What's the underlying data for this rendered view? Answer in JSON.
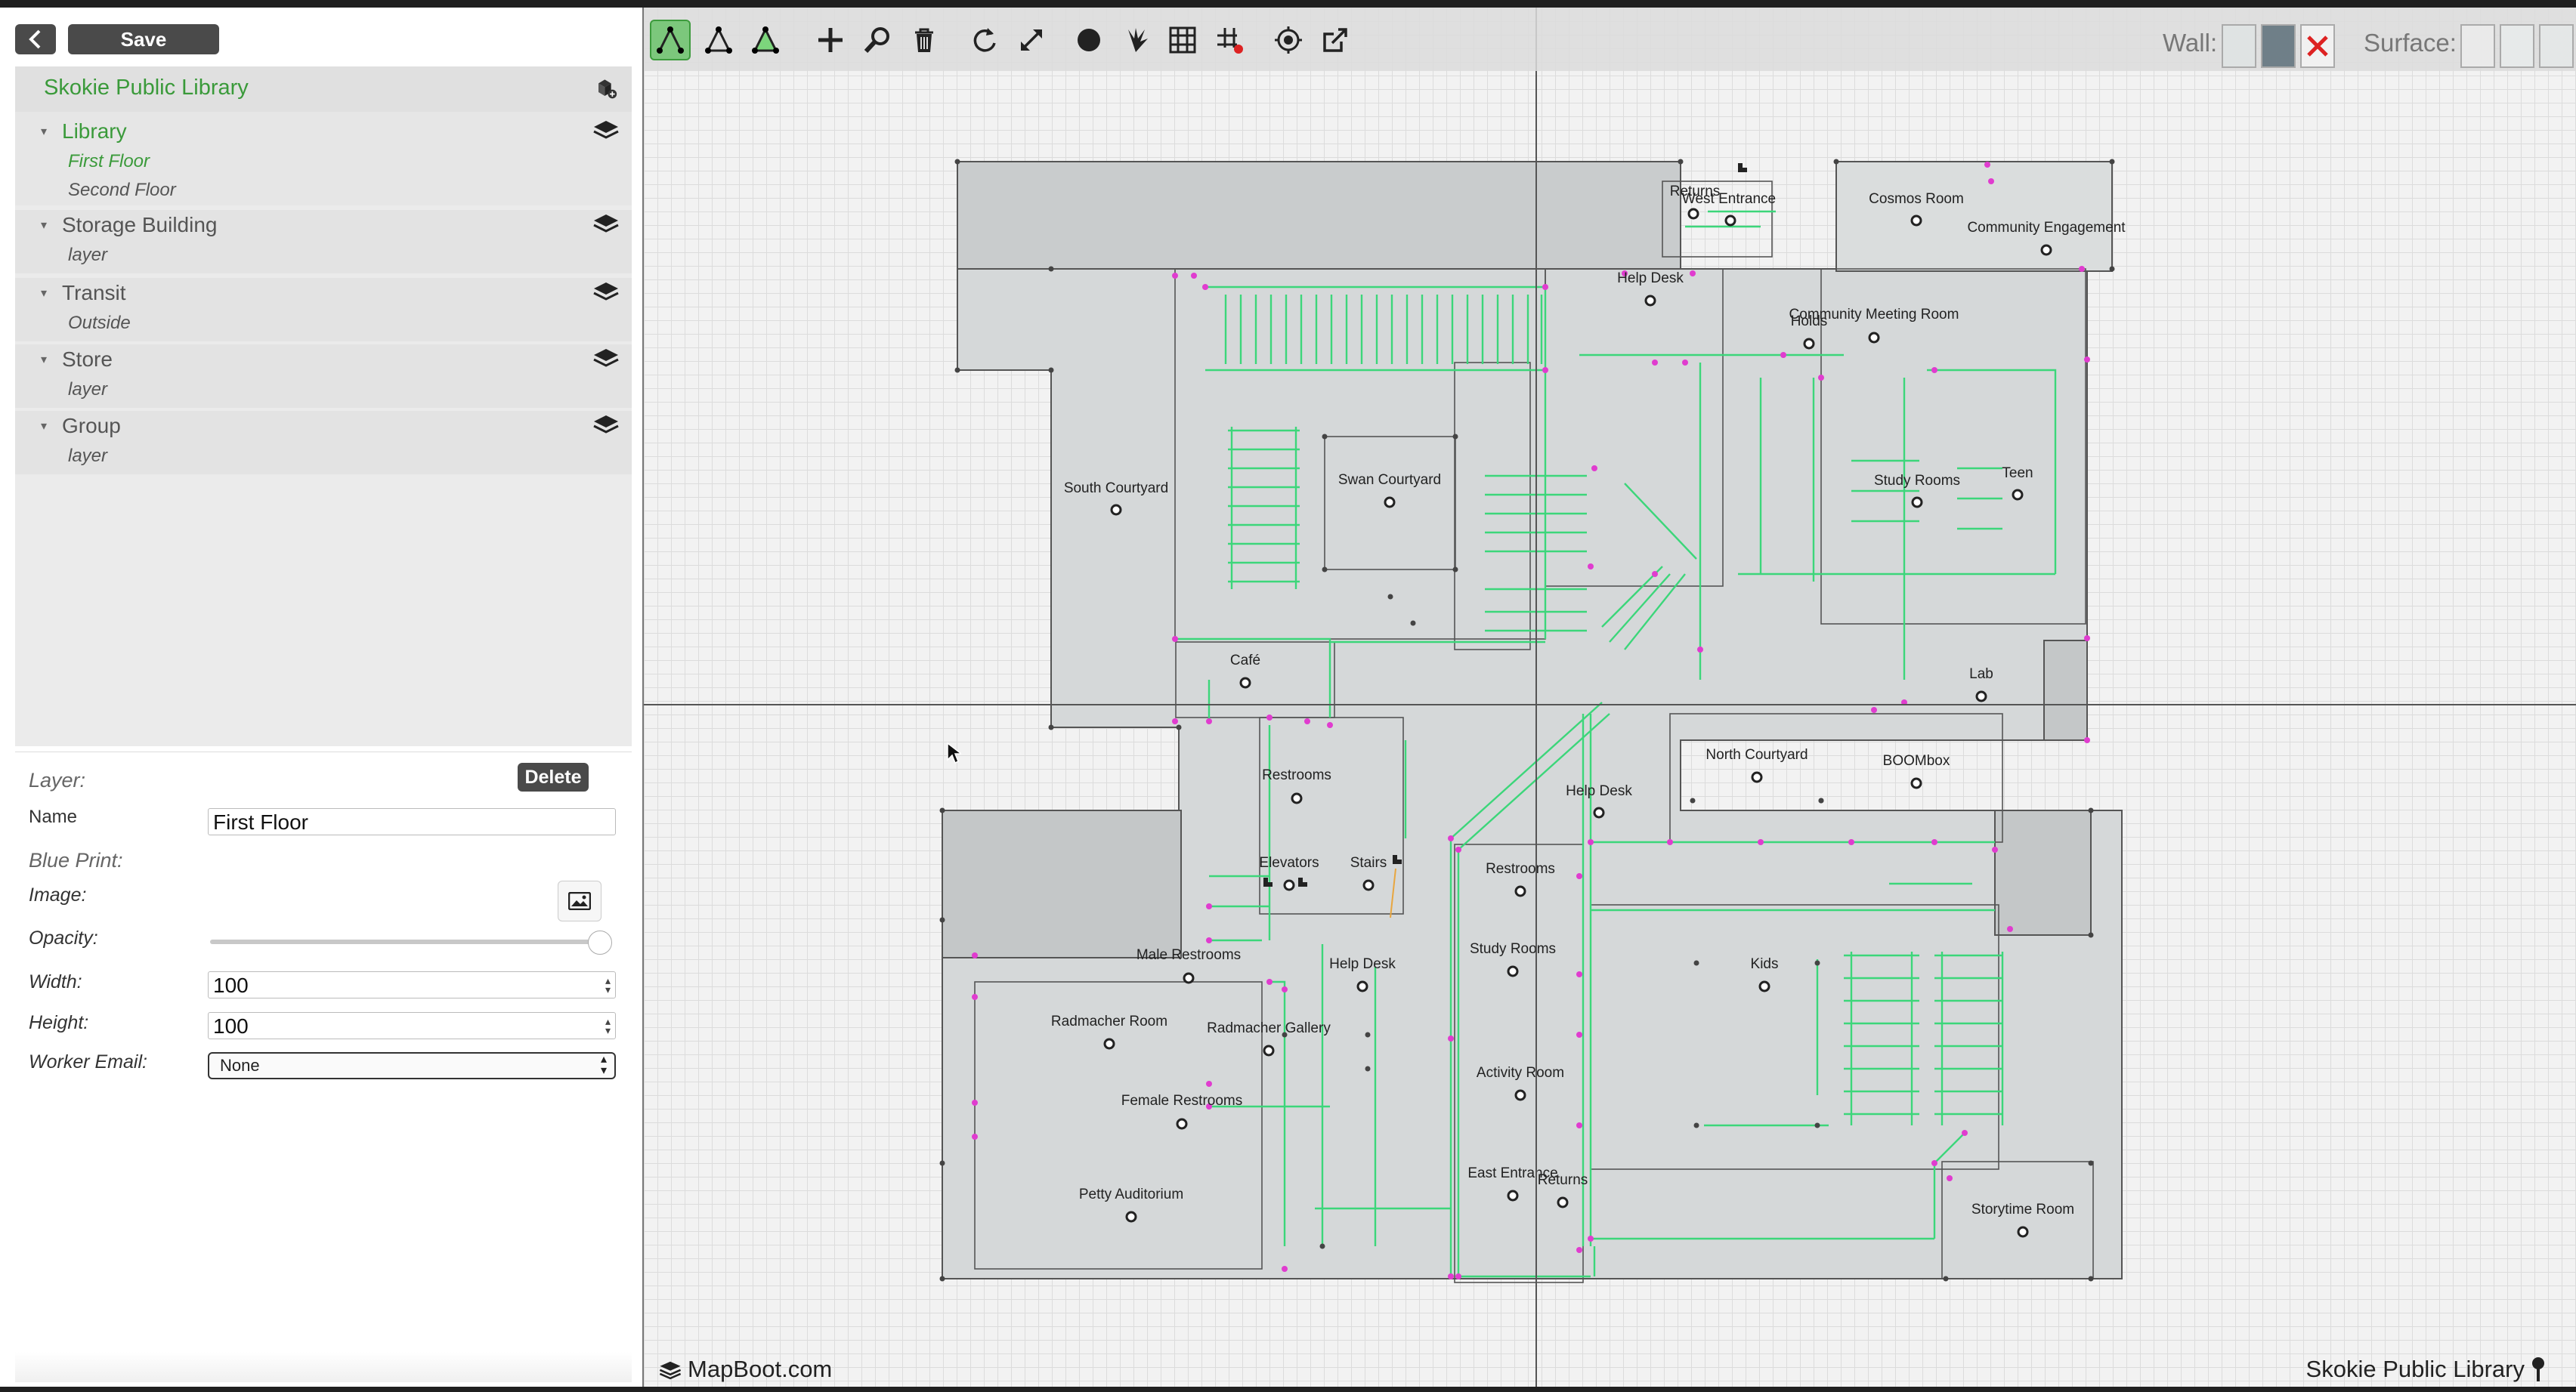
{
  "header": {
    "save_label": "Save"
  },
  "tree": {
    "project": "Skokie Public Library",
    "buildings": [
      {
        "name": "Library",
        "layers": [
          "First Floor",
          "Second Floor"
        ]
      },
      {
        "name": "Storage Building",
        "layers": [
          "layer"
        ]
      },
      {
        "name": "Transit",
        "layers": [
          "Outside"
        ]
      },
      {
        "name": "Store",
        "layers": [
          "layer"
        ]
      },
      {
        "name": "Group",
        "layers": [
          "layer"
        ]
      }
    ]
  },
  "properties": {
    "layer_heading": "Layer:",
    "delete_label": "Delete",
    "name_label": "Name",
    "name_value": "First Floor",
    "blueprint_heading": "Blue Print:",
    "image_label": "Image:",
    "opacity_label": "Opacity:",
    "opacity_value": 1.0,
    "width_label": "Width:",
    "width_value": "100",
    "height_label": "Height:",
    "height_value": "100",
    "worker_email_label": "Worker Email:",
    "worker_email_value": "None"
  },
  "toolbar": {
    "icons": [
      "draw-wall-icon",
      "draw-path-icon",
      "draw-surface-icon",
      "add-icon",
      "search-icon",
      "trash-icon",
      "rotate-icon",
      "resize-icon",
      "shade-icon",
      "splash-icon",
      "grid-icon",
      "grid-snap-icon",
      "target-icon",
      "export-icon"
    ],
    "wall_label": "Wall:",
    "surface_label": "Surface:"
  },
  "map": {
    "rooms": [
      "Returns",
      "West Entrance",
      "Cosmos Room",
      "Community Engagement",
      "Help Desk",
      "Community Meeting Room",
      "Holds",
      "South Courtyard",
      "Swan Courtyard",
      "Study Rooms",
      "Teen",
      "Café",
      "Lab",
      "Restrooms",
      "North Courtyard",
      "BOOMbox",
      "Help Desk",
      "Elevators",
      "Stairs",
      "Restrooms",
      "Male Restrooms",
      "Help Desk",
      "Study Rooms",
      "Kids",
      "Radmacher Room",
      "Radmacher Gallery",
      "Activity Room",
      "Female Restrooms",
      "East Entrance",
      "Returns",
      "Petty Auditorium",
      "Storytime Room"
    ]
  },
  "footer": {
    "brand": "MapBoot.com",
    "venue": "Skokie Public Library"
  }
}
